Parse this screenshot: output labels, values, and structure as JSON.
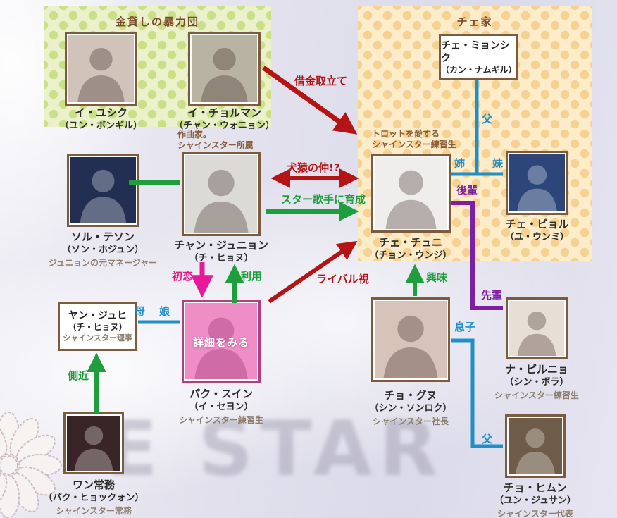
{
  "page": {
    "watermark": "E STAR"
  },
  "groups": {
    "gang": {
      "title": "金貸しの暴力団"
    },
    "choi": {
      "title": "チェ家"
    }
  },
  "characters": {
    "yusik": {
      "name": "イ・ユシク",
      "actor": "（ユン・ボンギル）"
    },
    "cheolman": {
      "name": "イ・チョルマン",
      "actor": "（チャン・ウォニョン）",
      "note1": "作曲家。",
      "note2": "シャインスター所属"
    },
    "myeongshik": {
      "name": "チェ・ミョンシク",
      "actor": "（カン・ナムギル）"
    },
    "chuni": {
      "name": "チェ・チュニ",
      "actor": "（チョン・ウンジ）",
      "note1": "トロットを愛する",
      "note2": "シャインスター練習生"
    },
    "byeol": {
      "name": "チェ・ビョル",
      "actor": "（ユ・ウンミ）"
    },
    "taesong": {
      "name": "ソル・テソン",
      "actor": "（ソン・ホジュン）",
      "role": "ジュニョンの元マネージャー"
    },
    "junhyeon": {
      "name": "チャン・ジュニョン",
      "actor": "（チ・ヒョヌ）"
    },
    "juhee": {
      "name": "ヤン・ジュヒ",
      "actor": "（チ・ヒョヌ）",
      "role": "シャインスター理事"
    },
    "suin": {
      "name": "パク・スイン",
      "actor": "（イ・セヨン）",
      "role": "シャインスター練習生",
      "button": "詳細をみる"
    },
    "wang": {
      "name": "ワン常務",
      "actor": "（パク・ヒョックォン）",
      "role": "シャインスター常務"
    },
    "guenwoo": {
      "name": "チョ・グヌ",
      "actor": "（シン・ソンロク）",
      "role": "シャインスター社長"
    },
    "pilnyeo": {
      "name": "ナ・ピルニョ",
      "actor": "（シン・ボラ）",
      "role": "シャインスター練習生"
    },
    "himun": {
      "name": "チョ・ヒムン",
      "actor": "（ユン・ジュサン）",
      "role": "シャインスター代表"
    }
  },
  "relations": {
    "debt": "借金取立て",
    "catdog": "犬猿の仲!?",
    "raise": "スター歌手に育成",
    "rival": "ライバル視",
    "first_love": "初恋",
    "use": "利用",
    "mother": "母",
    "daughter": "娘",
    "elder_sister": "姉",
    "younger_sister": "妹",
    "father_top": "父",
    "father_bottom": "父",
    "junior": "後輩",
    "senior": "先輩",
    "aide": "側近",
    "interest": "興味",
    "son": "息子"
  },
  "colors": {
    "red": "#b51414",
    "green": "#1f9e3d",
    "blue": "#1e8fc9",
    "pink": "#e61b83",
    "purple": "#7c1fa2",
    "frame": "#7d5b3e",
    "title_brown": "#7a4a28"
  }
}
